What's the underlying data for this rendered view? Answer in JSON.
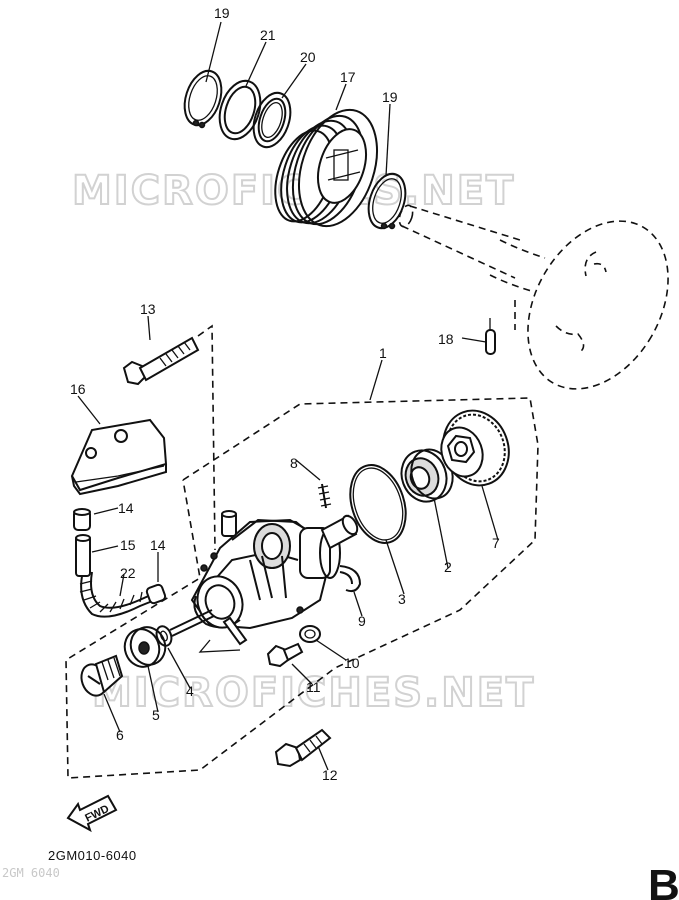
{
  "watermark": "MICROFICHES.NET",
  "part_labels": {
    "p1": "1",
    "p2": "2",
    "p3": "3",
    "p4": "4",
    "p5": "5",
    "p6": "6",
    "p7": "7",
    "p8": "8",
    "p9": "9",
    "p10": "10",
    "p11": "11",
    "p12": "12",
    "p13": "13",
    "p14a": "14",
    "p14b": "14",
    "p15": "15",
    "p16": "16",
    "p17": "17",
    "p18": "18",
    "p19a": "19",
    "p19b": "19",
    "p20": "20",
    "p21": "21",
    "p22": "22"
  },
  "direction_label": "FWD",
  "drawing_code": "2GM010-6040",
  "ghost_code": "2GM 6040",
  "page_letter": "B"
}
